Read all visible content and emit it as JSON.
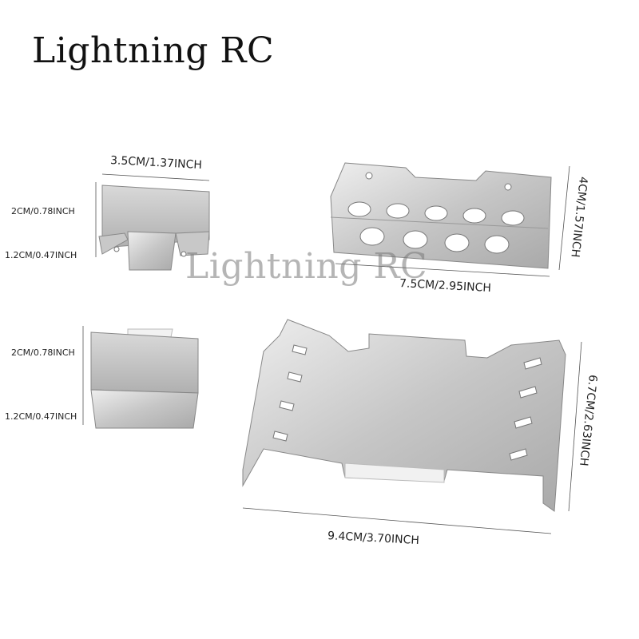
{
  "brand": {
    "title": "Lightning RC",
    "watermark": "Lightning RC"
  },
  "dimensions": {
    "piece1_width": "3.5CM/1.37INCH",
    "piece1_height": "2CM/0.78INCH",
    "piece1_tab": "1.2CM/0.47INCH",
    "piece2_height": "2CM/0.78INCH",
    "piece2_tab": "1.2CM/0.47INCH",
    "piece3_height": "4CM/1.57INCH",
    "piece3_width": "7.5CM/2.95INCH",
    "piece4_height": "6.7CM/2.63INCH",
    "piece4_width": "9.4CM/3.70INCH"
  },
  "colors": {
    "metal_light": "#e4e4e4",
    "metal_mid": "#b8b8b8",
    "metal_dark": "#8a8a8a",
    "line": "#333333"
  }
}
